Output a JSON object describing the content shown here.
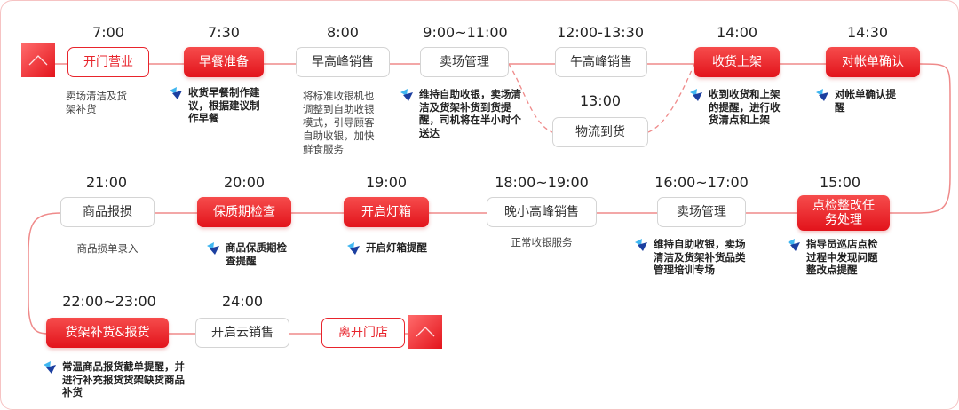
{
  "row1": [
    {
      "time": "7:00",
      "label": "开门营业",
      "style": "outline",
      "note": "卖场清洁及货架补货"
    },
    {
      "time": "7:30",
      "label": "早餐准备",
      "style": "red",
      "tip": "收货早餐制作建议，根据建议制作早餐"
    },
    {
      "time": "8:00",
      "label": "早高峰销售",
      "style": "plain",
      "note": "将标准收银机也调整到自助收银模式，引导顾客自助收银，加快 鲜食服务"
    },
    {
      "time": "9:00~11:00",
      "label": "卖场管理",
      "style": "plain",
      "tip": "维持自助收银，卖场清洁及货架补货到货提醒，司机将在半小时个送达"
    },
    {
      "time": "12:00-13:30",
      "label": "午高峰销售",
      "style": "plain"
    },
    {
      "time": "14:00",
      "label": "收货上架",
      "style": "red",
      "tip": "收到收货和上架的提醒，进行收货清点和上架"
    },
    {
      "time": "14:30",
      "label": "对帐单确认",
      "style": "red",
      "tip": "对帐单确认提醒"
    }
  ],
  "branch": {
    "time": "13:00",
    "label": "物流到货",
    "style": "plain"
  },
  "row2": [
    {
      "time": "21:00",
      "label": "商品报损",
      "style": "plain",
      "note": "商品损单录入"
    },
    {
      "time": "20:00",
      "label": "保质期检查",
      "style": "red",
      "tip": "商品保质期检查提醒"
    },
    {
      "time": "19:00",
      "label": "开启灯箱",
      "style": "red",
      "tip": "开启灯箱提醒"
    },
    {
      "time": "18:00~19:00",
      "label": "晚小高峰销售",
      "style": "plain",
      "note": "正常收银服务"
    },
    {
      "time": "16:00~17:00",
      "label": "卖场管理",
      "style": "plain",
      "tip": "维持自助收银，卖场清洁及货架补货品类管理培训专场"
    },
    {
      "time": "15:00",
      "label": "点检整改任务处理",
      "style": "red",
      "tip": "指导员巡店点检过程中发现问题整改点提醒"
    }
  ],
  "row3": [
    {
      "time": "22:00~23:00",
      "label": "货架补货&报货",
      "style": "red",
      "tip": "常温商品报货截单提醒，并进行补充报货货架缺货商品补货"
    },
    {
      "time": "24:00",
      "label": "开启云销售",
      "style": "plain"
    },
    {
      "label": "离开门店",
      "style": "outline"
    }
  ],
  "colors": {
    "accent": "#e8242c",
    "line": "#ef8a8a",
    "frame": "#f6c3c3"
  },
  "icons": {
    "start_marker": "arrow-up-icon",
    "end_marker": "arrow-up-icon",
    "tip_icon": "assistant-logo-icon"
  }
}
